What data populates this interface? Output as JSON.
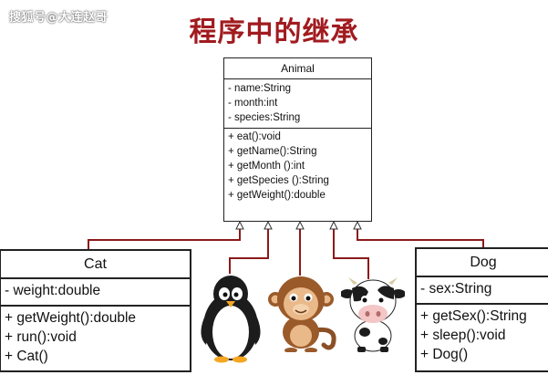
{
  "watermark": "搜狐号@大连赵哥",
  "title": "程序中的继承",
  "colors": {
    "title": "#a11b1f",
    "connector": "#8b1a1a",
    "border": "#222222"
  },
  "classes": {
    "animal": {
      "name": "Animal",
      "attributes": [
        "- name:String",
        "- month:int",
        "- species:String"
      ],
      "operations": [
        "+ eat():void",
        "+ getName():String",
        "+ getMonth ():int",
        "+ getSpecies ():String",
        "+ getWeight():double"
      ]
    },
    "cat": {
      "name": "Cat",
      "attributes": [
        "- weight:double"
      ],
      "operations": [
        "+ getWeight():double",
        "+ run():void",
        "+ Cat()"
      ]
    },
    "dog": {
      "name": "Dog",
      "attributes": [
        "- sex:String"
      ],
      "operations": [
        "+ getSex():String",
        "+ sleep():void",
        "+ Dog()"
      ]
    }
  },
  "illustrations": [
    "penguin-icon",
    "monkey-icon",
    "cow-icon"
  ]
}
